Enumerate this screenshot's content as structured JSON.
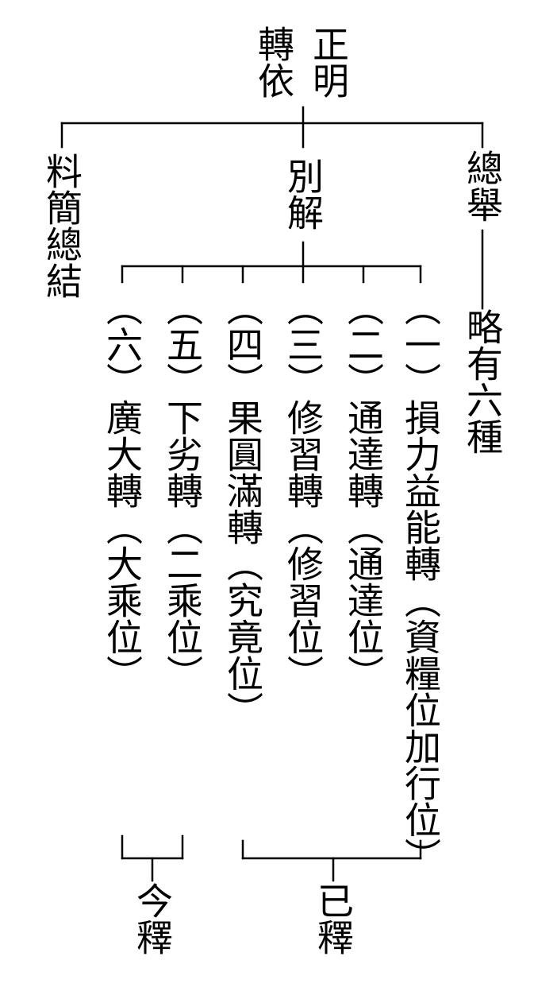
{
  "title": {
    "right_column": "正明",
    "left_column": "轉依"
  },
  "branches": {
    "left": "料簡總結",
    "middle": "別解",
    "right": "總舉"
  },
  "right_summary": "略有六種",
  "items": [
    {
      "label": "（一）損力益能轉（資糧位加行位）"
    },
    {
      "label": "（二）通達轉（通達位）"
    },
    {
      "label": "（三）修習轉（修習位）"
    },
    {
      "label": "（四）果圓滿轉（究竟位）"
    },
    {
      "label": "（五）下劣轉（二乘位）"
    },
    {
      "label": "（六）廣大轉（大乘位）"
    }
  ],
  "groups": {
    "already": "已釋",
    "now": "今釋"
  }
}
